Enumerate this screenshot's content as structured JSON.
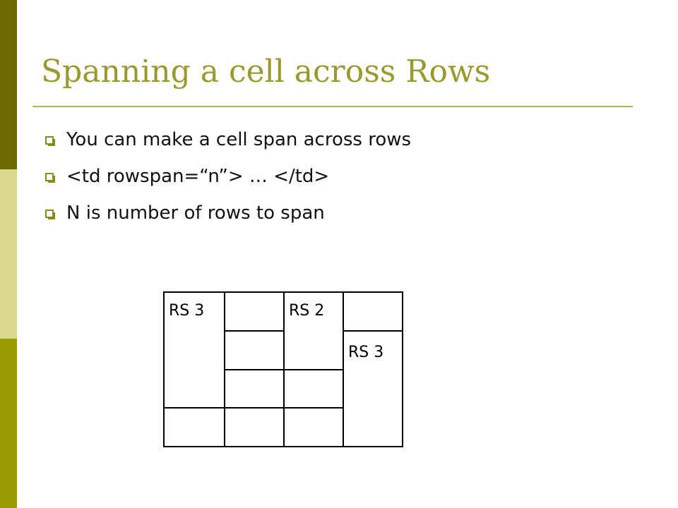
{
  "theme": {
    "title_color": "#99992e",
    "rule_color": "#b3b35a",
    "bullet_color": "#8a8a1c"
  },
  "sidebar_colors": [
    "#6b6b00",
    "#999900",
    "#d9d98c",
    "#999900"
  ],
  "slide": {
    "title": "Spanning a cell across Rows",
    "bullets": [
      {
        "icon": "square-bullet-icon",
        "text": "You can make a cell span across rows"
      },
      {
        "icon": "square-bullet-icon",
        "text": "<td rowspan=“n”> … </td>"
      },
      {
        "icon": "square-bullet-icon",
        "text": "N is number of rows to span"
      }
    ]
  },
  "demo_table": {
    "rs3_left": "RS 3",
    "rs2": "RS 2",
    "rs3_right": "RS 3"
  }
}
